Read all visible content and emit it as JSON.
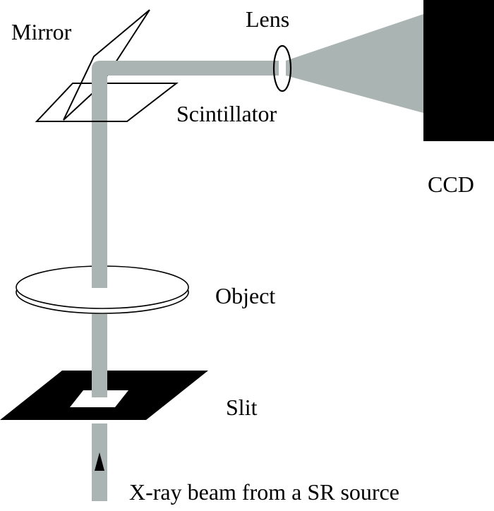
{
  "labels": {
    "mirror": "Mirror",
    "lens": "Lens",
    "scintillator": "Scintillator",
    "ccd": "CCD",
    "object": "Object",
    "slit": "Slit",
    "source": "X-ray beam from a SR source"
  },
  "colors": {
    "beam": "#aab4b2",
    "ink": "#000000",
    "background": "#ffffff"
  }
}
